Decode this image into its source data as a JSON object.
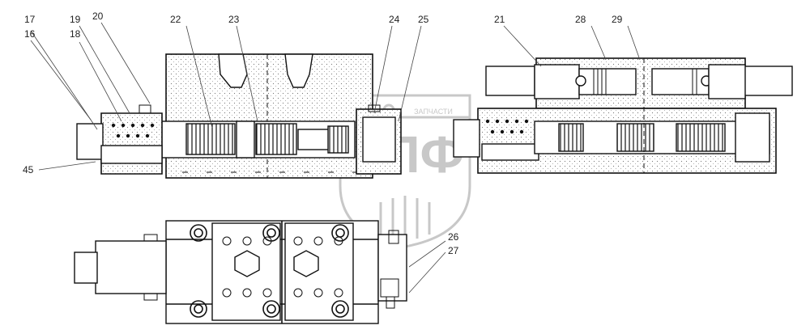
{
  "watermark": {
    "text": "ЭПФ",
    "banner": "ЗАПЧАСТИ"
  },
  "callouts": [
    {
      "id": "c17",
      "text": "17"
    },
    {
      "id": "c16",
      "text": "16"
    },
    {
      "id": "c19",
      "text": "19"
    },
    {
      "id": "c18",
      "text": "18"
    },
    {
      "id": "c20",
      "text": "20"
    },
    {
      "id": "c22",
      "text": "22"
    },
    {
      "id": "c23",
      "text": "23"
    },
    {
      "id": "c24",
      "text": "24"
    },
    {
      "id": "c25",
      "text": "25"
    },
    {
      "id": "c21",
      "text": "21"
    },
    {
      "id": "c28",
      "text": "28"
    },
    {
      "id": "c29",
      "text": "29"
    },
    {
      "id": "c45",
      "text": "45"
    },
    {
      "id": "c26",
      "text": "26"
    },
    {
      "id": "c27",
      "text": "27"
    }
  ],
  "colors": {
    "line": "#111111",
    "watermark": "#c8c8c8"
  }
}
